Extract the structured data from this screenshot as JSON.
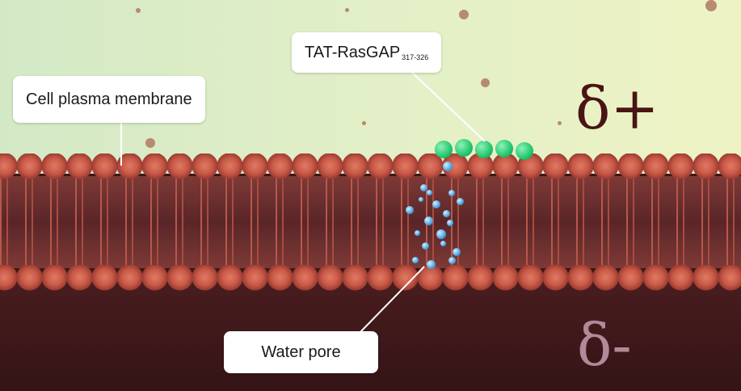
{
  "labels": {
    "membrane": "Cell plasma membrane",
    "peptide": "TAT-RasGAP",
    "peptide_subscript": "317-326",
    "pore": "Water pore"
  },
  "charges": {
    "outside": "δ+",
    "inside": "δ-"
  },
  "colors": {
    "outside_bg": "#dcecc6",
    "inside_bg": "#3a1719",
    "membrane": "#c95a48",
    "peptide": "#22c86c",
    "water": "#4aa3e0"
  }
}
